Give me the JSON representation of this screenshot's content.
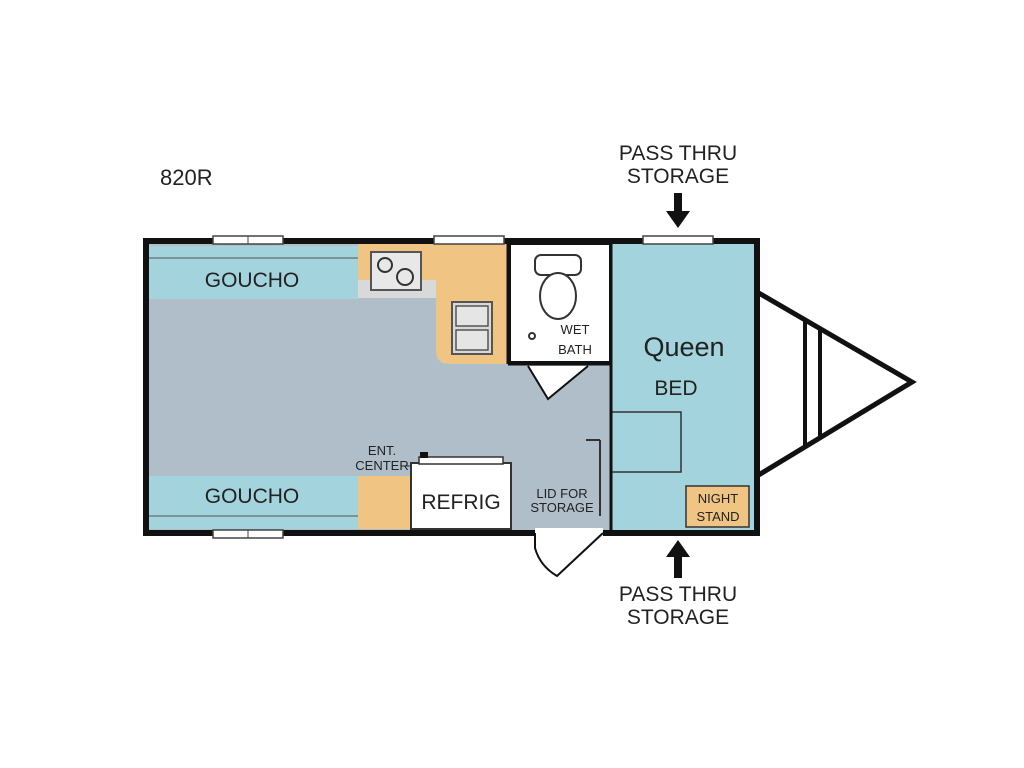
{
  "model": "820R",
  "labels": {
    "goucho_top": "GOUCHO",
    "goucho_bottom": "GOUCHO",
    "wet": "WET",
    "bath": "BATH",
    "queen": "Queen",
    "bed": "BED",
    "ent": "ENT.",
    "center": "CENTER",
    "refrig": "REFRIG",
    "lid_for": "LID FOR",
    "storage_lid": "STORAGE",
    "night": "NIGHT",
    "stand": "STAND",
    "pass_thru_top": "PASS THRU",
    "storage_top": "STORAGE",
    "pass_thru_bottom": "PASS THRU",
    "storage_bottom": "STORAGE"
  },
  "colors": {
    "floor": "#b0bec9",
    "seating_bed": "#a3d3dc",
    "cabinet": "#f0c583",
    "counter": "#d9d9d9",
    "wall": "#111111",
    "fixture": "#ffffff"
  }
}
